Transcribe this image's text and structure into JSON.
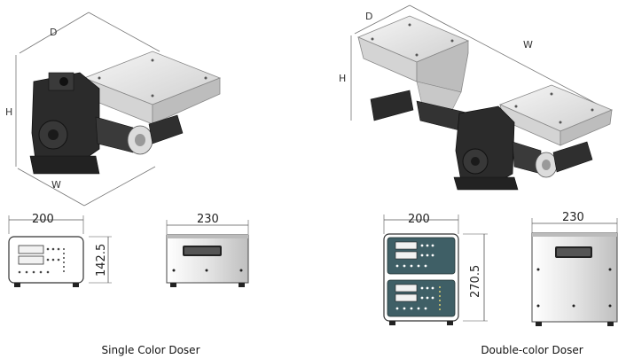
{
  "left_machine": {
    "dim_depth": "D",
    "dim_height": "H",
    "dim_width": "W",
    "front_width": "200",
    "front_height": "142.5",
    "side_width": "230",
    "caption": "Single Color Doser"
  },
  "right_machine": {
    "dim_depth": "D",
    "dim_height": "H",
    "dim_width": "W",
    "front_width": "200",
    "front_height": "270.5",
    "side_width": "230",
    "caption": "Double-color Doser"
  },
  "colors": {
    "housing_dark": "#2b2b2b",
    "panel_teal": "#3f5f66",
    "hopper_light": "#e6e6e6",
    "cabinet_grey": "#dcdcdc"
  }
}
